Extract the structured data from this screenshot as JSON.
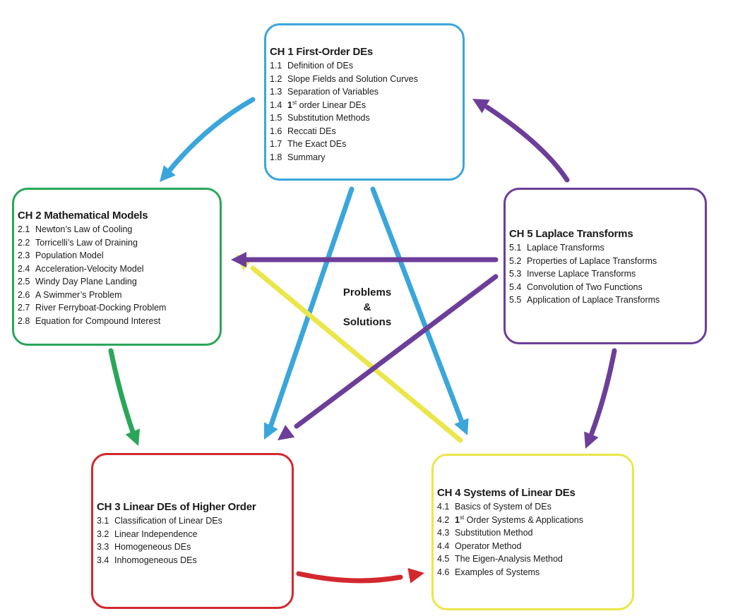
{
  "colors": {
    "ch1": "#3aa6dc",
    "ch2": "#2aa65a",
    "ch3": "#d2282e",
    "ch4": "#ebe64a",
    "ch5": "#6c3e99"
  },
  "center_label": {
    "line1": "Problems",
    "line2": "&",
    "line3": "Solutions"
  },
  "chapters": {
    "ch1": {
      "title": "CH 1 First-Order DEs",
      "sections": [
        {
          "num": "1.1",
          "text": "Definition of DEs"
        },
        {
          "num": "1.2",
          "text": "Slope Fields and Solution Curves"
        },
        {
          "num": "1.3",
          "text": "Separation of Variables"
        },
        {
          "num": "1.4",
          "ordinal": "1",
          "sup": "st",
          "text": " order Linear DEs"
        },
        {
          "num": "1.5",
          "text": "Substitution Methods"
        },
        {
          "num": "1.6",
          "text": "Reccati DEs"
        },
        {
          "num": "1.7",
          "text": "The Exact DEs"
        },
        {
          "num": "1.8",
          "text": "Summary"
        }
      ]
    },
    "ch2": {
      "title": "CH 2 Mathematical Models",
      "sections": [
        {
          "num": "2.1",
          "text": "Newton’s Law of Cooling"
        },
        {
          "num": "2.2",
          "text": "Torricelli’s Law of Draining"
        },
        {
          "num": "2.3",
          "text": "Population Model"
        },
        {
          "num": "2.4",
          "text": "Acceleration-Velocity Model"
        },
        {
          "num": "2.5",
          "text": "Windy Day Plane Landing"
        },
        {
          "num": "2.6",
          "text": "A Swimmer’s Problem"
        },
        {
          "num": "2.7",
          "text": "River Ferryboat-Docking Problem"
        },
        {
          "num": "2.8",
          "text": "Equation for Compound Interest"
        }
      ]
    },
    "ch3": {
      "title": "CH 3 Linear DEs of Higher Order",
      "sections": [
        {
          "num": "3.1",
          "text": "Classification of Linear DEs"
        },
        {
          "num": "3.2",
          "text": "Linear Independence"
        },
        {
          "num": "3.3",
          "text": "Homogeneous DEs"
        },
        {
          "num": "3.4",
          "text": "Inhomogeneous DEs"
        }
      ]
    },
    "ch4": {
      "title": "CH 4 Systems of Linear DEs",
      "sections": [
        {
          "num": "4.1",
          "text": "Basics of System of DEs"
        },
        {
          "num": "4.2",
          "ordinal": "1",
          "sup": "st",
          "text": " Order Systems & Applications"
        },
        {
          "num": "4.3",
          "text": "Substitution Method"
        },
        {
          "num": "4.4",
          "text": "Operator Method"
        },
        {
          "num": "4.5",
          "text": "The Eigen-Analysis Method"
        },
        {
          "num": "4.6",
          "text": "Examples of Systems"
        }
      ]
    },
    "ch5": {
      "title": "CH 5 Laplace Transforms",
      "sections": [
        {
          "num": "5.1",
          "text": "Laplace Transforms"
        },
        {
          "num": "5.2",
          "text": "Properties of Laplace Transforms"
        },
        {
          "num": "5.3",
          "text": "Inverse Laplace Transforms"
        },
        {
          "num": "5.4",
          "text": "Convolution of Two Functions"
        },
        {
          "num": "5.5",
          "text": "Application of Laplace Transforms"
        }
      ]
    }
  },
  "connections": [
    {
      "from": "ch1",
      "to": "ch2",
      "color_key": "ch1"
    },
    {
      "from": "ch1",
      "to": "ch3",
      "color_key": "ch1"
    },
    {
      "from": "ch1",
      "to": "ch4",
      "color_key": "ch1"
    },
    {
      "from": "ch2",
      "to": "ch3",
      "color_key": "ch2"
    },
    {
      "from": "ch3",
      "to": "ch4",
      "color_key": "ch3"
    },
    {
      "from": "ch4",
      "to": "ch2",
      "color_key": "ch4"
    },
    {
      "from": "ch5",
      "to": "ch1",
      "color_key": "ch5"
    },
    {
      "from": "ch5",
      "to": "ch2",
      "color_key": "ch5"
    },
    {
      "from": "ch5",
      "to": "ch3",
      "color_key": "ch5"
    },
    {
      "from": "ch5",
      "to": "ch4",
      "color_key": "ch5"
    }
  ]
}
